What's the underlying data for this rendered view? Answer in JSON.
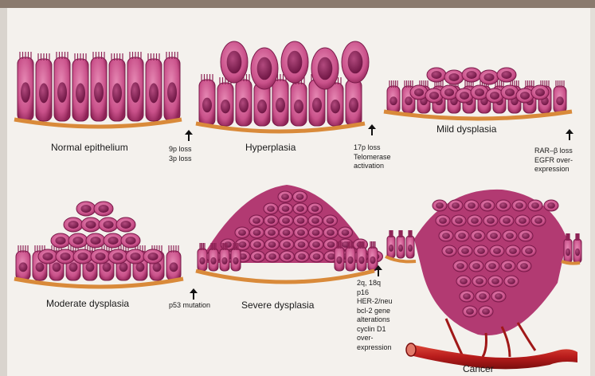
{
  "stages": [
    {
      "id": "normal",
      "label": "Normal epithelium"
    },
    {
      "id": "hyper",
      "label": "Hyperplasia"
    },
    {
      "id": "mild",
      "label": "Mild dysplasia"
    },
    {
      "id": "moderate",
      "label": "Moderate dysplasia"
    },
    {
      "id": "severe",
      "label": "Severe dysplasia"
    },
    {
      "id": "cancer",
      "label": "Cancer"
    }
  ],
  "alterations": [
    {
      "id": "after-normal",
      "lines": [
        "9p loss",
        "3p loss"
      ]
    },
    {
      "id": "after-hyper",
      "lines": [
        "17p loss",
        "Telomerase",
        "activation"
      ]
    },
    {
      "id": "after-mild",
      "lines": [
        "RAR–β loss",
        "EGFR over-",
        "expression"
      ]
    },
    {
      "id": "after-moderate",
      "lines": [
        "p53 mutation"
      ]
    },
    {
      "id": "after-severe",
      "lines": [
        "2q, 18q",
        "p16",
        "HER-2/neu",
        "bcl-2 gene",
        "alterations",
        "cyclin D1",
        "over-",
        "expression"
      ]
    }
  ],
  "colors": {
    "cell": "#c9518a",
    "cell_dark": "#8e2356",
    "nucleus": "#7a1a4a",
    "membrane": "#d98a3a",
    "vessel": "#b81c1c"
  }
}
